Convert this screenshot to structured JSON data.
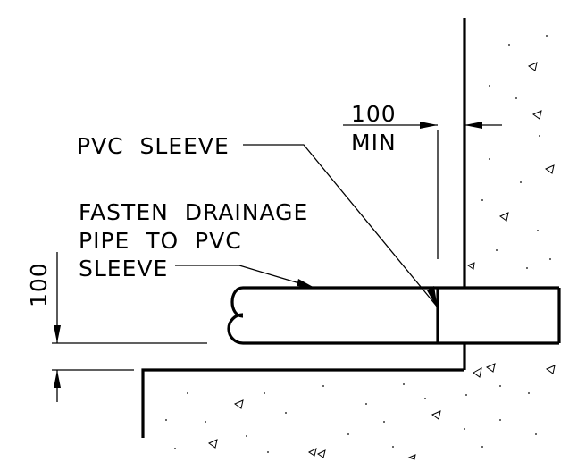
{
  "labels": {
    "pvc_sleeve": "PVC  SLEEVE",
    "fasten_line1": "FASTEN  DRAINAGE",
    "fasten_line2": "PIPE  TO  PVC",
    "fasten_line3": "SLEEVE"
  },
  "dimensions": {
    "top_value": "100",
    "top_unit": "MIN",
    "side_value": "100"
  }
}
